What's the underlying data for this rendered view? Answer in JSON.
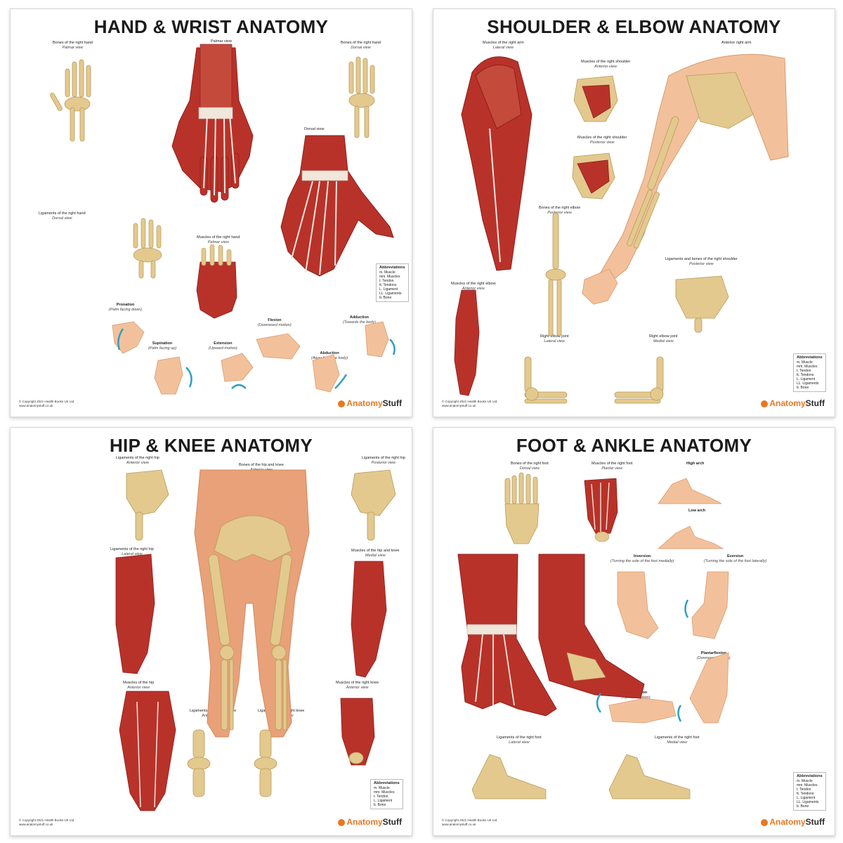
{
  "posters": [
    {
      "title": "HAND & WRIST ANATOMY",
      "labels": {
        "bones_palmar": "Bones of the right hand",
        "bones_palmar_sub": "Palmar view",
        "palmar_view": "Palmar view",
        "bones_dorsal": "Bones of the right hand",
        "bones_dorsal_sub": "Dorsal view",
        "dorsal_view": "Dorsal view",
        "ligaments": "Ligaments of the right hand",
        "ligaments_sub": "Dorsal view",
        "muscles": "Muscles of the right hand",
        "muscles_sub": "Palmar view",
        "pronation": "Pronation",
        "pronation_sub": "(Palm facing down)",
        "supination": "Supination",
        "supination_sub": "(Palm facing up)",
        "extension": "Extension",
        "extension_sub": "(Upward motion)",
        "flexion": "Flexion",
        "flexion_sub": "(Downward motion)",
        "abduction_top": "Adduction",
        "abduction_top_sub": "(Towards the body)",
        "abduction_bottom": "Abduction",
        "abduction_bottom_sub": "(Away from the body)"
      },
      "abbreviations": {
        "heading": "Abbreviations",
        "items": [
          "m. Muscle",
          "mm. Muscles",
          "t. Tendon",
          "tt. Tendons",
          "L. Ligament",
          "LL. Ligaments",
          "b. Bone"
        ]
      },
      "copyright": "© Copyright 2021 Health Books UK Ltd.",
      "website": "www.anatomystuff.co.uk",
      "logo_a": "Anatomy",
      "logo_b": "Stuff"
    },
    {
      "title": "SHOULDER & ELBOW ANATOMY",
      "labels": {
        "muscles_arm": "Muscles of the right arm",
        "muscles_arm_sub": "Lateral view",
        "muscles_shoulder_ant": "Muscles of the right shoulder",
        "muscles_shoulder_ant_sub": "Anterior view",
        "anterior_arm": "Anterior right arm",
        "muscles_shoulder_post": "Muscles of the right shoulder",
        "muscles_shoulder_post_sub": "Posterior view",
        "bones_elbow": "Bones of the right elbow",
        "bones_elbow_sub": "Posterior view",
        "muscles_elbow": "Muscles of the right elbow",
        "muscles_elbow_sub": "Anterior view",
        "ligaments_shoulder": "Ligaments and bones of the right shoulder",
        "ligaments_shoulder_sub": "Posterior view",
        "elbow_joint_lat": "Right elbow joint",
        "elbow_joint_lat_sub": "Lateral view",
        "elbow_joint_med": "Right elbow joint",
        "elbow_joint_med_sub": "Medial view"
      },
      "abbreviations": {
        "heading": "Abbreviations",
        "items": [
          "m. Muscle",
          "mm. Muscles",
          "t. Tendon",
          "tt. Tendons",
          "L. Ligament",
          "LL. Ligaments",
          "b. Bone"
        ]
      },
      "copyright": "© Copyright 2021 Health Books UK Ltd.",
      "website": "www.anatomystuff.co.uk",
      "logo_a": "Anatomy",
      "logo_b": "Stuff"
    },
    {
      "title": "HIP & KNEE ANATOMY",
      "labels": {
        "lig_hip_ant": "Ligaments of the right hip",
        "lig_hip_ant_sub": "Anterior view",
        "bones_hip_knee": "Bones of the hip and knee",
        "bones_hip_knee_sub": "Anterior view",
        "lig_hip_post": "Ligaments of the right hip",
        "lig_hip_post_sub": "Posterior view",
        "lig_hip_lat": "Ligaments of the right hip",
        "lig_hip_lat_sub": "Lateral view",
        "muscles_hip_knee": "Muscles of the hip and knee",
        "muscles_hip_knee_sub": "Medial view",
        "muscles_hip": "Muscles of the hip",
        "muscles_hip_sub": "Anterior view",
        "lig_knee_ant": "Ligaments of the right knee",
        "lig_knee_ant_sub": "Anterior view",
        "lig_knee_post": "Ligaments of the right knee",
        "lig_knee_post_sub": "Posterior view",
        "muscles_knee": "Muscles of the right knee",
        "muscles_knee_sub": "Anterior view"
      },
      "abbreviations": {
        "heading": "Abbreviations",
        "items": [
          "m. Muscle",
          "mm. Muscles",
          "t. Tendon",
          "L. Ligament",
          "b. Bone"
        ]
      },
      "copyright": "© Copyright 2021 Health Books UK Ltd.",
      "website": "www.anatomystuff.co.uk",
      "logo_a": "Anatomy",
      "logo_b": "Stuff"
    },
    {
      "title": "FOOT & ANKLE ANATOMY",
      "labels": {
        "bones_foot": "Bones of the right foot",
        "bones_foot_sub": "Dorsal view",
        "muscles_foot": "Muscles of the right foot",
        "muscles_foot_sub": "Plantar view",
        "high_arch": "High arch",
        "low_arch": "Low arch",
        "inversion": "Inversion",
        "inversion_sub": "(Turning the sole of the foot medially)",
        "eversion": "Eversion",
        "eversion_sub": "(Turning the sole of the foot laterally)",
        "plantarflexion": "Plantarflexion",
        "plantarflexion_sub": "(Downward motion)",
        "dorsiflexion": "Dorsiflexion",
        "dorsiflexion_sub": "(Upward motion)",
        "lig_foot_lat": "Ligaments of the right foot",
        "lig_foot_lat_sub": "Lateral view",
        "lig_foot_med": "Ligaments of the right foot",
        "lig_foot_med_sub": "Medial view"
      },
      "abbreviations": {
        "heading": "Abbreviations",
        "items": [
          "m. Muscle",
          "mm. Muscles",
          "t. Tendon",
          "tt. Tendons",
          "L. Ligament",
          "LL. Ligaments",
          "b. Bone"
        ]
      },
      "copyright": "© Copyright 2021 Health Books UK Ltd.",
      "website": "www.anatomystuff.co.uk",
      "logo_a": "Anatomy",
      "logo_b": "Stuff"
    }
  ],
  "colors": {
    "muscle": "#b8322a",
    "muscle_dark": "#8e1f1a",
    "bone": "#e3c98e",
    "bone_dark": "#b99a5a",
    "skin": "#f2c19b",
    "skin_dark": "#d99a6e",
    "tendon": "#efe6dc",
    "arrow": "#2f9fc4",
    "brand": "#e87722"
  }
}
